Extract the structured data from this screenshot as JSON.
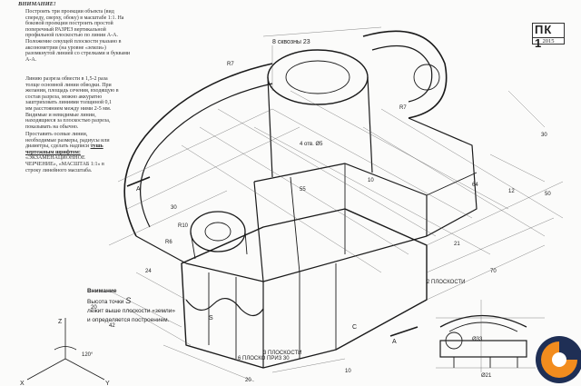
{
  "header": {
    "title": "ВНИМАНИЕ!"
  },
  "instructions": {
    "para1": "Построить три проекции объекта (вид спереду, сверху, обоку) в масштабе 1:1. На боковой проекции построить простой поперечный РАЗРЕЗ вертикальной профильной плоскостью по линии А-А.",
    "para1b": "Положение секущей плоскости указано в аксонометрии (на уровне «земли») разомкнутой линией со стрелками и буквами А-А.",
    "para2": "Линию разреза обвести в 1,5-2 раза толще основной линии обводки. При желании, площадь сечения, входящую в состав разреза, можно аккуратно заштриховать линиями толщиной 0,1 мм расстоянием между ними 2-5 мм. Видимые и невидимые линии, находящиеся за плоскостью разреза, показывать на обычно.",
    "para3a": "Проставить осевые линии, необходимые размеры, радиусы или диаметры, сделать надписи",
    "para3_u": "тушь чертежным шрифтом:",
    "para3b": "«ЭКЗАМЕНАЦИОННОЕ ЧЕРЧЕНИЕ», «МАСШТАБ 1:1» в строку линейного масштаба."
  },
  "title_block": {
    "sheet_code": "ПК 1",
    "year": "2015"
  },
  "note": {
    "title": "Внимание",
    "line1": "Высота точки",
    "point": "S",
    "line2": "лежит выше плоскости «земли»",
    "line3": "и определяется построением."
  },
  "drawing_labels": {
    "opening": "4 отв. Ø5",
    "depth_note": "8 сквозны 23",
    "section_a": "А",
    "s_label": "S",
    "c_label": "С",
    "axis_x": "X",
    "axis_y": "Y",
    "axis_z": "Z",
    "angle_120": "120°",
    "dims": [
      "30",
      "70",
      "55",
      "64",
      "R10",
      "R6",
      "24",
      "Ø33",
      "Ø21",
      "42",
      "20",
      "21",
      "10",
      "30",
      "R7",
      "12",
      "50",
      "R7",
      "20",
      "10"
    ],
    "vertical_note_1": "6 ПЛОСКО ПРИЗ 30",
    "vertical_note_2": "2 ПЛОСКОСТИ",
    "vertical_note_3": "3 ПЛОСКОСТИ"
  },
  "colors": {
    "line": "#1a1a1a",
    "paper": "#fbfbfa",
    "logo_orange": "#f28c1e",
    "logo_blue": "#1f2f55"
  }
}
